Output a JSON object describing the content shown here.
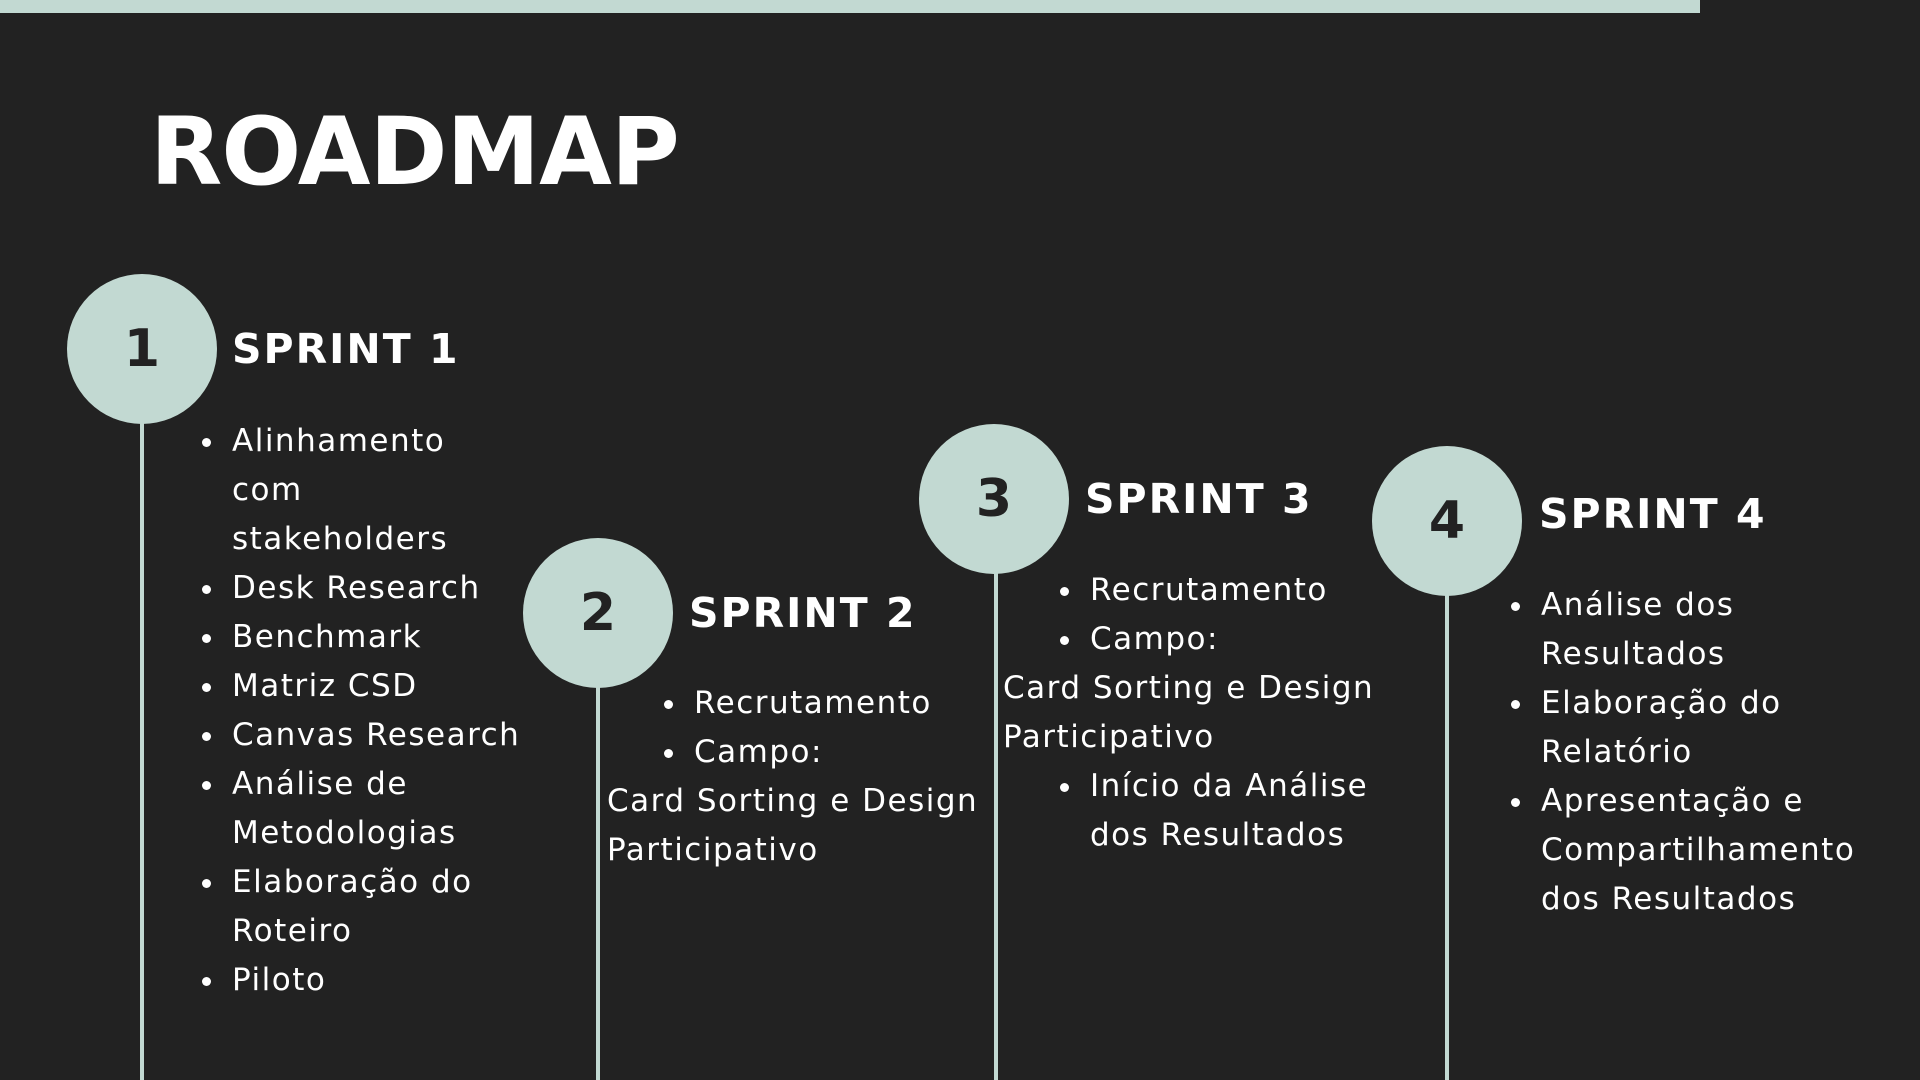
{
  "title": "ROADMAP",
  "colors": {
    "background": "#222222",
    "accent": "#c2d9d2",
    "text": "#ffffff"
  },
  "sprints": [
    {
      "number": "1",
      "title": "SPRINT 1",
      "items": [
        "Alinhamento com stakeholders",
        "Desk Research",
        "Benchmark",
        "Matriz CSD",
        "Canvas Research",
        "Análise de Metodologias",
        "Elaboração do Roteiro",
        "Piloto"
      ]
    },
    {
      "number": "2",
      "title": "SPRINT 2",
      "items": [
        "Recrutamento",
        "Campo:",
        "Card Sorting e Design Participativo"
      ]
    },
    {
      "number": "3",
      "title": "SPRINT 3",
      "items": [
        "Recrutamento",
        "Campo:",
        "Card Sorting e Design Participativo",
        "Início da Análise dos Resultados"
      ]
    },
    {
      "number": "4",
      "title": "SPRINT 4",
      "items": [
        "Análise dos Resultados",
        "Elaboração do Relatório",
        "Apresentação e Compartilhamento dos Resultados"
      ]
    }
  ]
}
